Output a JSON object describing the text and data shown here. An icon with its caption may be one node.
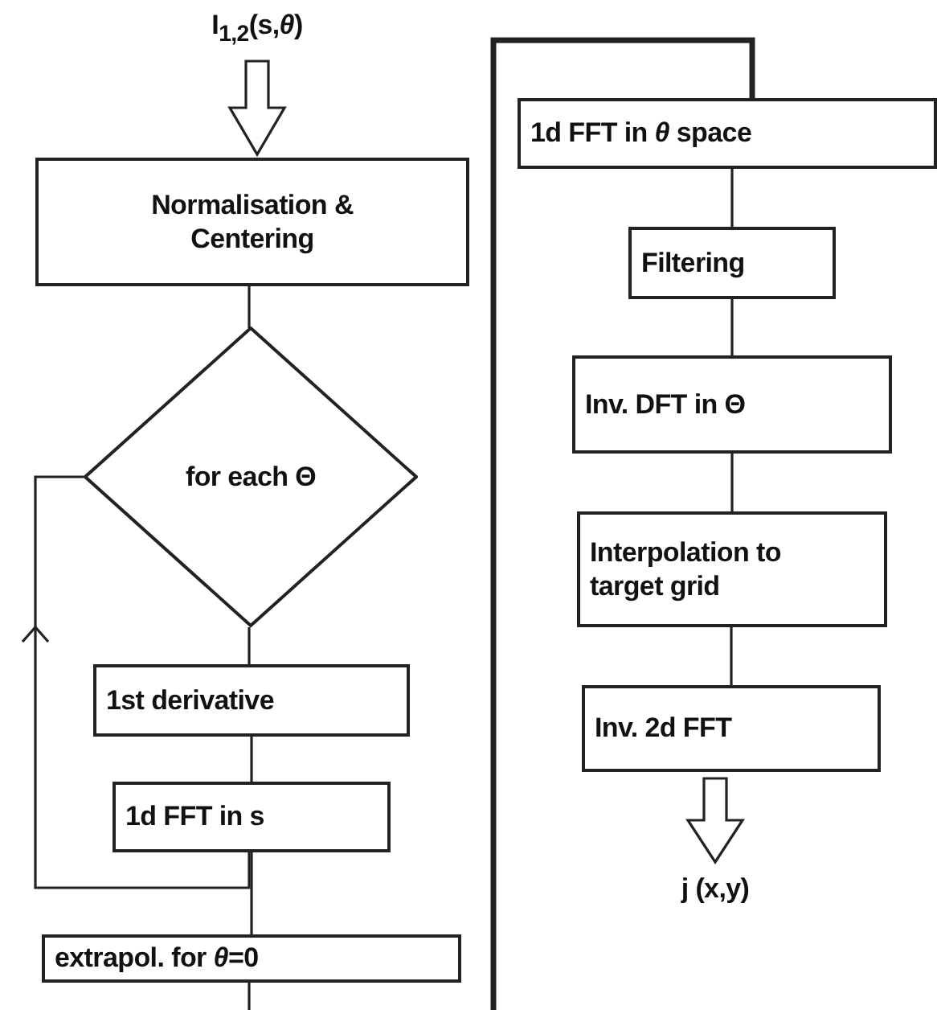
{
  "diagram": {
    "nodes": [
      {
        "text": [
          "I$_{1,2}$(s,*θ*)"
        ]
      },
      {
        "text": [
          "Normalisation & Centering"
        ]
      },
      {
        "text": [
          "for each Θ"
        ]
      },
      {
        "text": [
          "1st derivative"
        ]
      },
      {
        "text": [
          "1d FFT in s"
        ]
      },
      {
        "text": [
          "extrapol. for *θ*=0"
        ]
      },
      {
        "text": [
          "1d FFT in *θ* space"
        ]
      },
      {
        "text": [
          "Filtering"
        ]
      },
      {
        "text": [
          "Inv. DFT in Θ"
        ]
      },
      {
        "text": [
          "Interpolation to target grid"
        ]
      },
      {
        "text": [
          "Inv. 2d FFT"
        ]
      },
      {
        "text": [
          "j (x,y)"
        ]
      }
    ],
    "edges": [
      {
        "from": 0,
        "to": 1,
        "arrow": "to"
      },
      {
        "from": 1,
        "to": 2,
        "arrow": "none"
      },
      {
        "from": 2,
        "to": 3,
        "arrow": "none"
      },
      {
        "from": 3,
        "to": 4,
        "arrow": "none"
      },
      {
        "from": 4,
        "to": 5,
        "arrow": "none"
      },
      {
        "from": 4,
        "to": 2,
        "arrow": "to"
      },
      {
        "from": 5,
        "to": null,
        "arrow": "none"
      },
      {
        "from": null,
        "to": 6,
        "arrow": "none",
        "style": "thick"
      },
      {
        "from": 6,
        "to": 7,
        "arrow": "none"
      },
      {
        "from": 7,
        "to": 8,
        "arrow": "none"
      },
      {
        "from": 8,
        "to": 9,
        "arrow": "none"
      },
      {
        "from": 9,
        "to": 10,
        "arrow": "none"
      },
      {
        "from": 10,
        "to": 11,
        "arrow": "to"
      }
    ]
  }
}
